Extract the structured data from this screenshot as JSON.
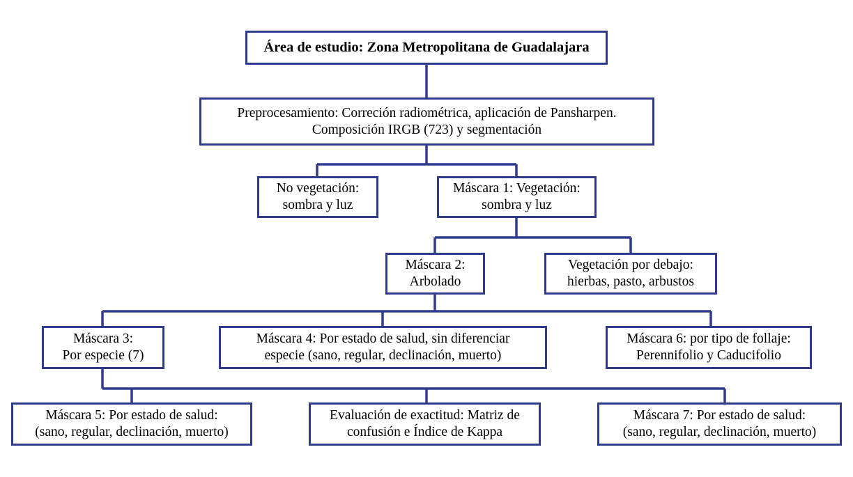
{
  "diagram": {
    "title_text": "Área de estudio: Zona Metropolitana de Guadalajara",
    "accent_color": "#2f3b8c",
    "background_color": "#ffffff",
    "text_color": "#000000",
    "nodes": [
      {
        "id": "study-area",
        "label": "Área de estudio: Zona Metropolitana de Guadalajara",
        "level": 1
      },
      {
        "id": "preprocessing",
        "label": "Preprocesamiento: Correción radiométrica, aplicación de Pansharpen.\nComposición IRGB (723) y segmentación",
        "level": 2
      },
      {
        "id": "no-vegetation",
        "label": "No vegetación:\nsombra y luz",
        "level": 3
      },
      {
        "id": "mask-1",
        "label": "Máscara 1: Vegetación:\nsombra y luz",
        "level": 3
      },
      {
        "id": "mask-2",
        "label": "Máscara 2:\nArbolado",
        "level": 4
      },
      {
        "id": "understory-vegetation",
        "label": "Vegetación por debajo:\nhierbas, pasto, arbustos",
        "level": 4
      },
      {
        "id": "mask-3",
        "label": "Máscara 3:\nPor especie (7)",
        "level": 5
      },
      {
        "id": "mask-4",
        "label": "Máscara 4: Por estado de salud, sin diferenciar\nespecie (sano, regular, declinación, muerto)",
        "level": 5
      },
      {
        "id": "mask-6",
        "label": "Máscara 6: por tipo de follaje:\nPerennifolio y Caducifolio",
        "level": 5
      },
      {
        "id": "mask-5",
        "label": "Máscara 5: Por estado de salud:\n(sano, regular, declinación, muerto)",
        "level": 6
      },
      {
        "id": "accuracy-assessment",
        "label": "Evaluación de exactitud: Matriz de\nconfusión e Índice de Kappa",
        "level": 6
      },
      {
        "id": "mask-7",
        "label": "Máscara 7: Por estado de salud:\n(sano, regular, declinación, muerto)",
        "level": 6
      }
    ],
    "edges": [
      {
        "from": "study-area",
        "to": "preprocessing"
      },
      {
        "from": "preprocessing",
        "to": "no-vegetation"
      },
      {
        "from": "preprocessing",
        "to": "mask-1"
      },
      {
        "from": "mask-1",
        "to": "mask-2"
      },
      {
        "from": "mask-1",
        "to": "understory-vegetation"
      },
      {
        "from": "mask-2",
        "to": "mask-3"
      },
      {
        "from": "mask-2",
        "to": "mask-4"
      },
      {
        "from": "mask-2",
        "to": "mask-6"
      },
      {
        "from": "mask-3",
        "to": "mask-5"
      },
      {
        "from": "mask-3",
        "to": "accuracy-assessment"
      },
      {
        "from": "mask-3",
        "to": "mask-7"
      }
    ]
  }
}
